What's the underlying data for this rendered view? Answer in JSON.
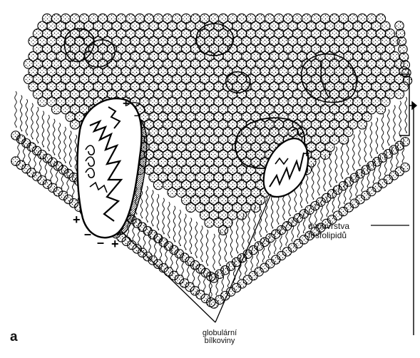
{
  "figure": {
    "panel_letter": "a",
    "labels": {
      "bilayer_line1": "dvouvrstva",
      "bilayer_line2": "fosfolipidů",
      "proteins_line1": "globulární",
      "proteins_line2": "bílkoviny"
    },
    "charge_signs": [
      "+",
      "–",
      "–",
      "+",
      "+",
      "–",
      "+"
    ]
  }
}
